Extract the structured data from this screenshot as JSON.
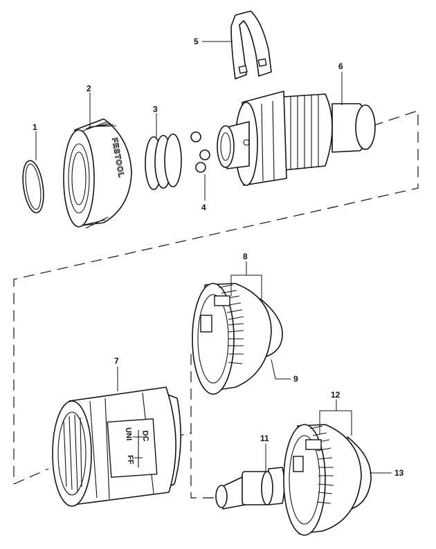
{
  "brand_text": "FESTOOL",
  "selector_labels": [
    "DC",
    "UNI",
    "FF"
  ],
  "callouts": [
    {
      "id": "1",
      "label": "1"
    },
    {
      "id": "2",
      "label": "2"
    },
    {
      "id": "3",
      "label": "3"
    },
    {
      "id": "4",
      "label": "4"
    },
    {
      "id": "5",
      "label": "5"
    },
    {
      "id": "6",
      "label": "6"
    },
    {
      "id": "7",
      "label": "7"
    },
    {
      "id": "8",
      "label": "8"
    },
    {
      "id": "9",
      "label": "9"
    },
    {
      "id": "11",
      "label": "11"
    },
    {
      "id": "12",
      "label": "12"
    },
    {
      "id": "13",
      "label": "13"
    }
  ],
  "colors": {
    "line": "#111111",
    "background": "#ffffff"
  }
}
